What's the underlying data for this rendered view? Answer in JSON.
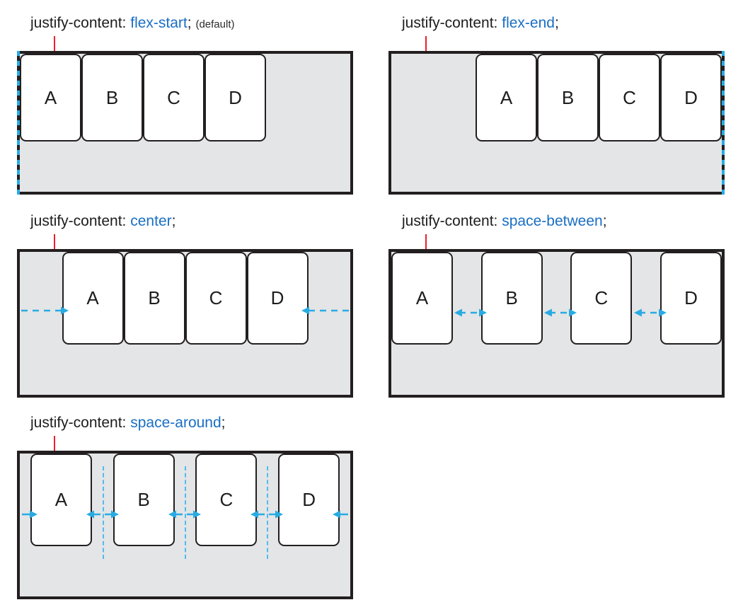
{
  "page": {
    "title": "CSS flexbox justify-content property illustration",
    "item_labels": [
      "A",
      "B",
      "C",
      "D"
    ],
    "colors": {
      "background": "#ffffff",
      "container_fill": "#e4e5e7",
      "container_border": "#231f20",
      "box_fill": "#ffffff",
      "box_border": "#231f20",
      "property_text": "#1d1d1d",
      "value_text": "#1a6fc4",
      "accent_cyan": "#29abe2",
      "divider_cyan": "#4ebdee",
      "tick_red": "#e8202a"
    }
  },
  "figures": [
    {
      "property": "justify-content:",
      "value": "flex-start",
      "semicolon": ";",
      "note": "(default)",
      "alignment": "flex-start",
      "edge_marker": "left",
      "items": [
        "A",
        "B",
        "C",
        "D"
      ],
      "arrow_style": "none"
    },
    {
      "property": "justify-content:",
      "value": "flex-end",
      "semicolon": ";",
      "note": "",
      "alignment": "flex-end",
      "edge_marker": "right",
      "items": [
        "A",
        "B",
        "C",
        "D"
      ],
      "arrow_style": "none"
    },
    {
      "property": "justify-content:",
      "value": "center",
      "semicolon": ";",
      "note": "",
      "alignment": "center",
      "edge_marker": "none",
      "items": [
        "A",
        "B",
        "C",
        "D"
      ],
      "arrow_style": "inward-sides"
    },
    {
      "property": "justify-content:",
      "value": "space-between",
      "semicolon": ";",
      "note": "",
      "alignment": "space-between",
      "edge_marker": "none",
      "items": [
        "A",
        "B",
        "C",
        "D"
      ],
      "arrow_style": "between-gaps"
    },
    {
      "property": "justify-content:",
      "value": "space-around",
      "semicolon": ";",
      "note": "",
      "alignment": "space-around",
      "edge_marker": "none",
      "items": [
        "A",
        "B",
        "C",
        "D"
      ],
      "arrow_style": "around-gaps-with-dividers"
    }
  ]
}
